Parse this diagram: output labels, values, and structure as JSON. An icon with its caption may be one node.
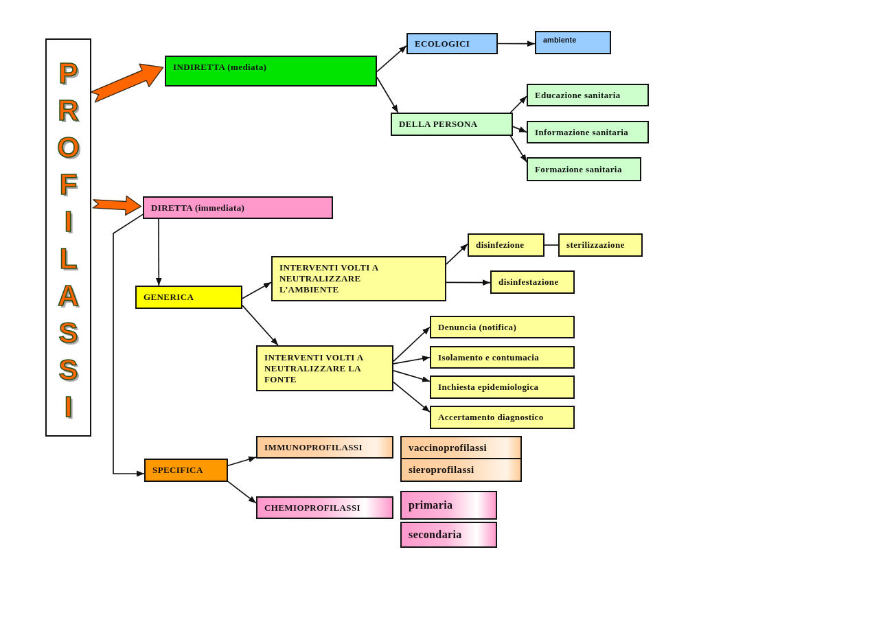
{
  "diagram": {
    "nodes": [
      {
        "text": [
          "PROFILASSI"
        ]
      },
      {
        "text": [
          "INDIRETTA (mediata)"
        ]
      },
      {
        "text": [
          "ECOLOGICI"
        ]
      },
      {
        "text": [
          "ambiente"
        ]
      },
      {
        "text": [
          "DELLA PERSONA"
        ]
      },
      {
        "text": [
          "Educazione sanitaria"
        ]
      },
      {
        "text": [
          "Informazione sanitaria"
        ]
      },
      {
        "text": [
          "Formazione sanitaria"
        ]
      },
      {
        "text": [
          "DIRETTA (immediata)"
        ]
      },
      {
        "text": [
          "GENERICA"
        ]
      },
      {
        "text": [
          "INTERVENTI VOLTI A NEUTRALIZZARE L’AMBIENTE"
        ]
      },
      {
        "text": [
          "disinfezione"
        ]
      },
      {
        "text": [
          "sterilizzazione"
        ]
      },
      {
        "text": [
          "disinfestazione"
        ]
      },
      {
        "text": [
          "INTERVENTI VOLTI A NEUTRALIZZARE LA FONTE"
        ]
      },
      {
        "text": [
          "Denuncia (notifica)"
        ]
      },
      {
        "text": [
          "Isolamento e contumacia"
        ]
      },
      {
        "text": [
          "Inchiesta epidemiologica"
        ]
      },
      {
        "text": [
          "Accertamento diagnostico"
        ]
      },
      {
        "text": [
          "SPECIFICA"
        ]
      },
      {
        "text": [
          "IMMUNOPROFILASSI"
        ]
      },
      {
        "text": [
          "vaccinoprofilassi"
        ]
      },
      {
        "text": [
          "sieroprofilassi"
        ]
      },
      {
        "text": [
          "CHEMIOPROFILASSI"
        ]
      },
      {
        "text": [
          "primaria"
        ]
      },
      {
        "text": [
          "secondaria"
        ]
      }
    ],
    "edges": [
      {
        "from": 0,
        "to": 1,
        "arrow": "to",
        "style": "thick",
        "color": "#ff6600"
      },
      {
        "from": 0,
        "to": 8,
        "arrow": "to",
        "style": "thick",
        "color": "#ff6600"
      },
      {
        "from": 1,
        "to": 2,
        "arrow": "to"
      },
      {
        "from": 1,
        "to": 4,
        "arrow": "to"
      },
      {
        "from": 2,
        "to": 3,
        "arrow": "to"
      },
      {
        "from": 4,
        "to": 5,
        "arrow": "to"
      },
      {
        "from": 4,
        "to": 6,
        "arrow": "to"
      },
      {
        "from": 4,
        "to": 7,
        "arrow": "to"
      },
      {
        "from": 8,
        "to": 9,
        "arrow": "to"
      },
      {
        "from": 8,
        "to": 19,
        "arrow": "to"
      },
      {
        "from": 9,
        "to": 10,
        "arrow": "to"
      },
      {
        "from": 9,
        "to": 14,
        "arrow": "to"
      },
      {
        "from": 10,
        "to": 11,
        "arrow": "to"
      },
      {
        "from": 10,
        "to": 13,
        "arrow": "to"
      },
      {
        "from": 11,
        "to": 12,
        "arrow": "none"
      },
      {
        "from": 14,
        "to": 15,
        "arrow": "to"
      },
      {
        "from": 14,
        "to": 16,
        "arrow": "to"
      },
      {
        "from": 14,
        "to": 17,
        "arrow": "to"
      },
      {
        "from": 14,
        "to": 18,
        "arrow": "to"
      },
      {
        "from": 19,
        "to": 20,
        "arrow": "to"
      },
      {
        "from": 19,
        "to": 23,
        "arrow": "to"
      }
    ]
  }
}
